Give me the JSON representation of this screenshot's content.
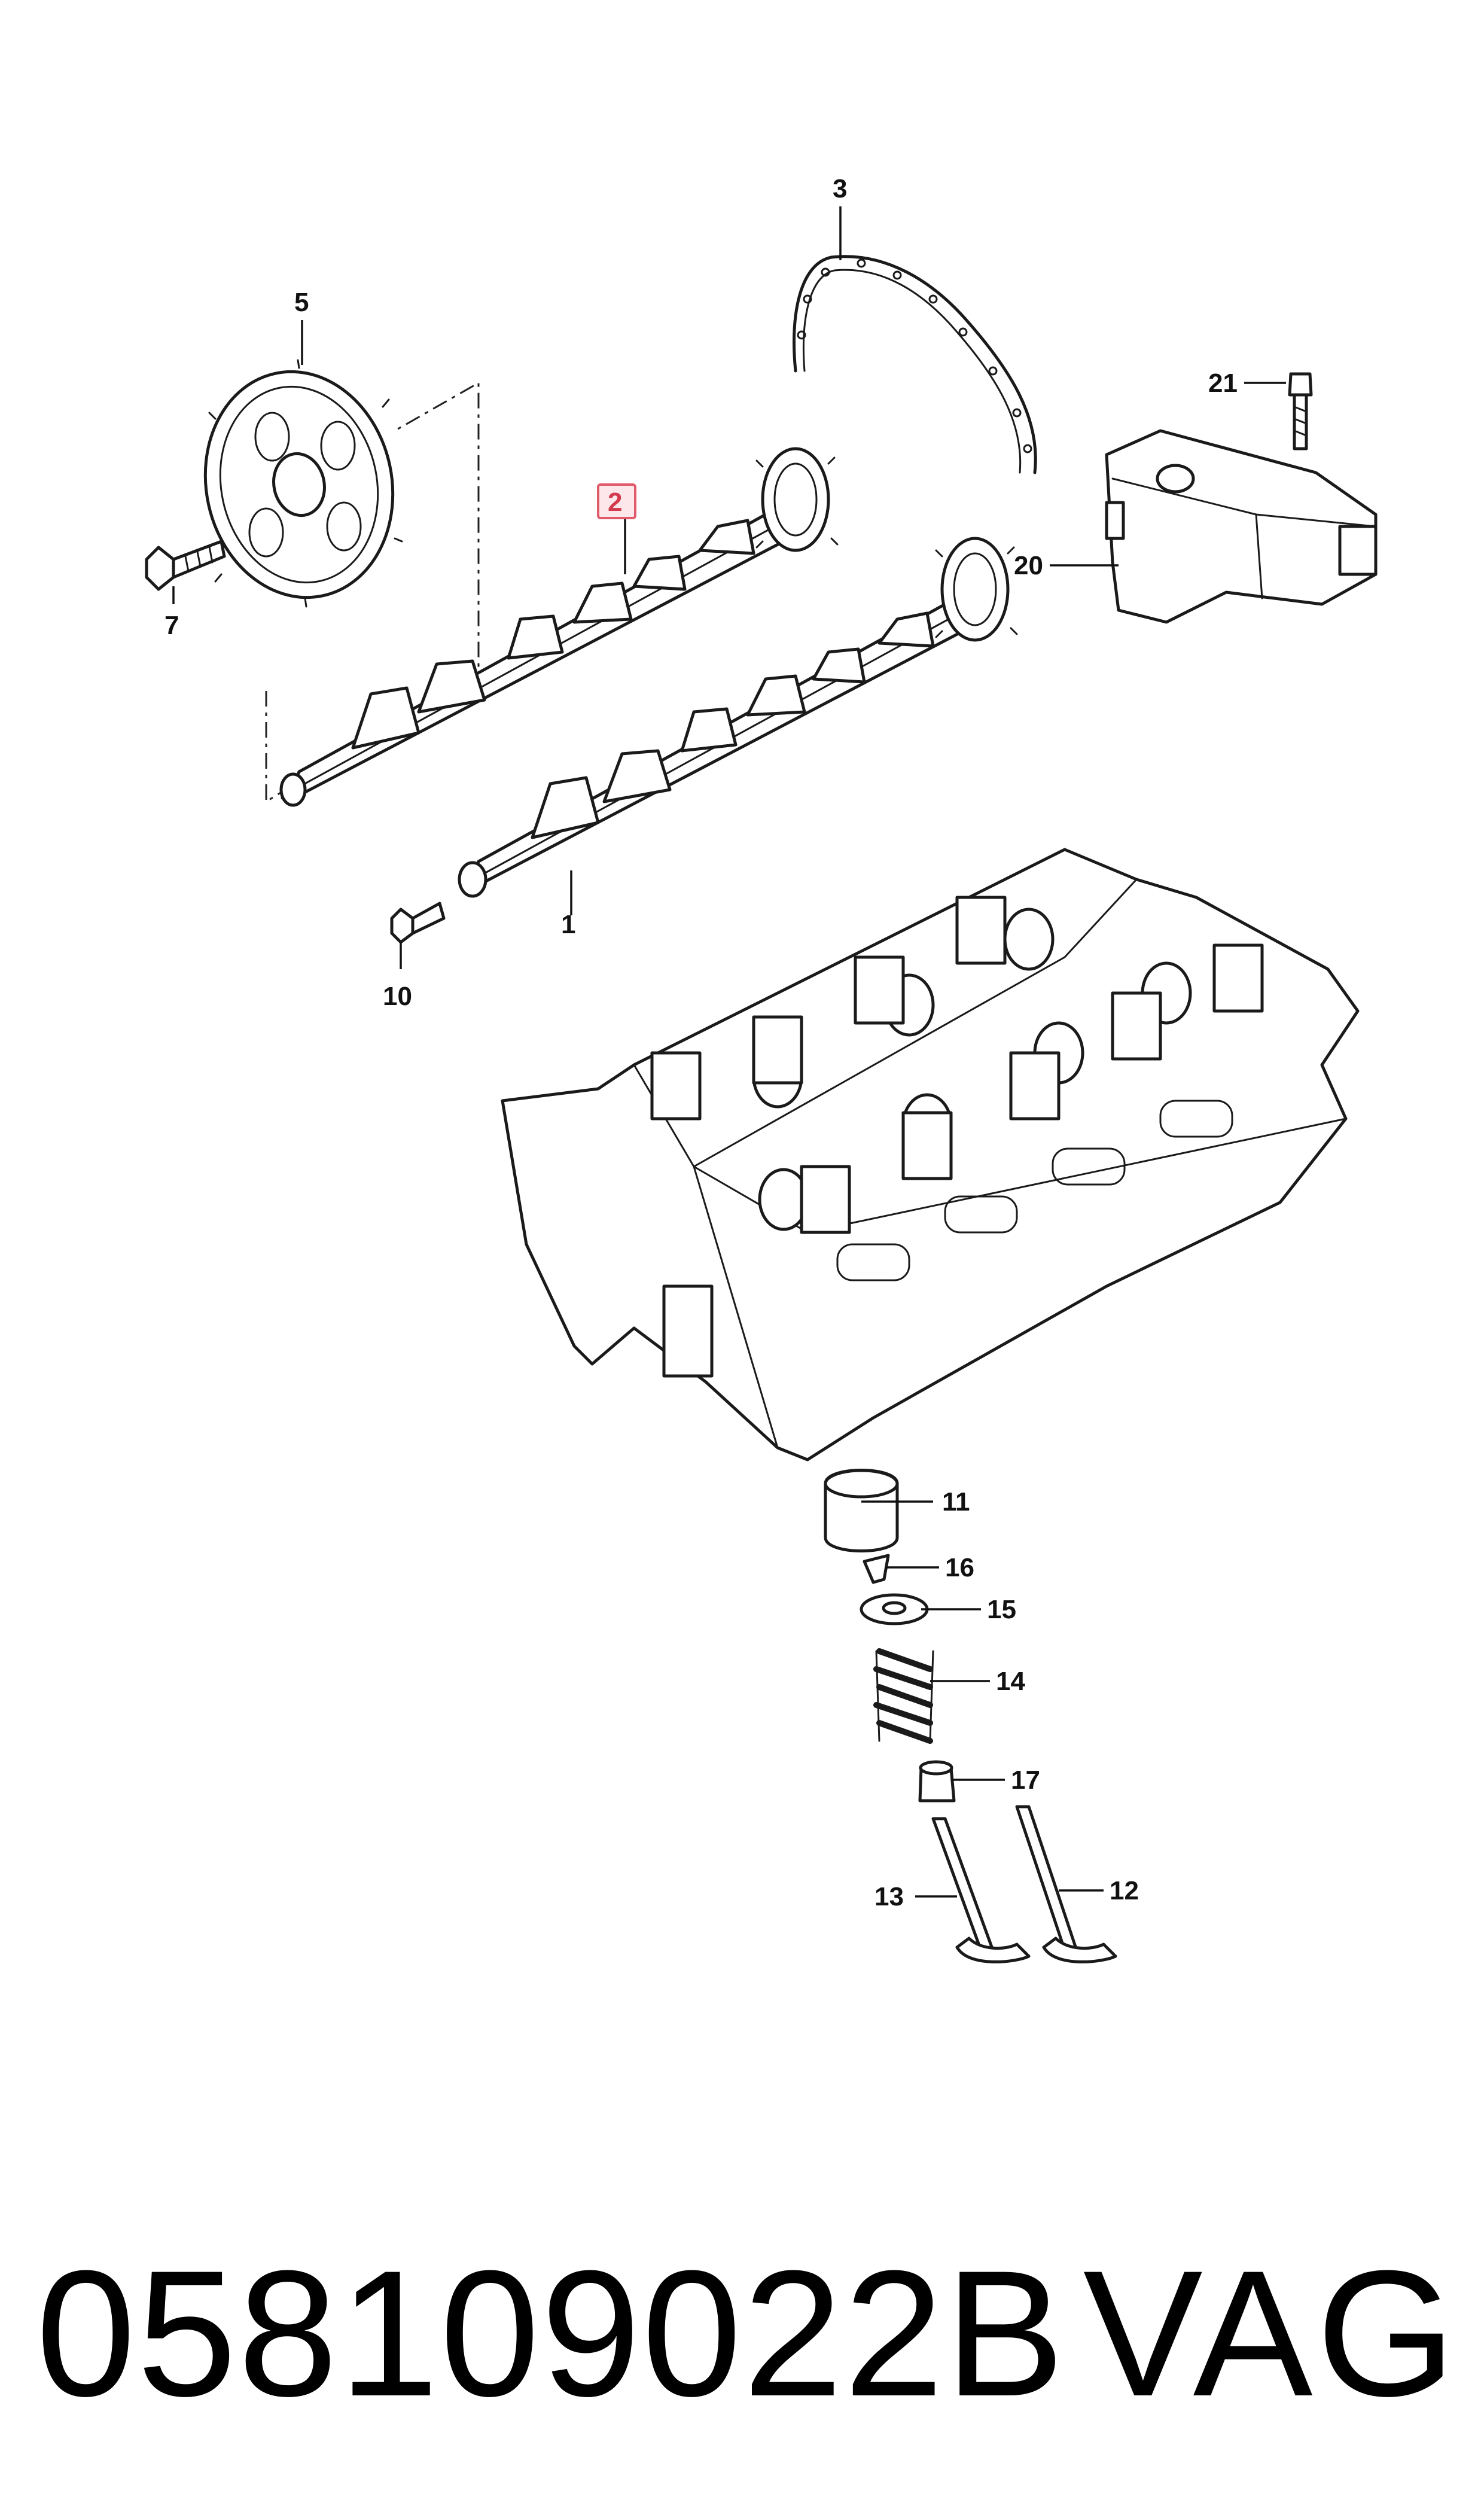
{
  "callouts": {
    "c1": "1",
    "c2": "2",
    "c3": "3",
    "c5": "5",
    "c7": "7",
    "c10": "10",
    "c11": "11",
    "c12": "12",
    "c13": "13",
    "c14": "14",
    "c15": "15",
    "c16": "16",
    "c17": "17",
    "c20": "20",
    "c21": "21"
  },
  "highlight_color": "#e05a6a",
  "footer": {
    "part_number": "058109022B",
    "brand": "VAG"
  }
}
